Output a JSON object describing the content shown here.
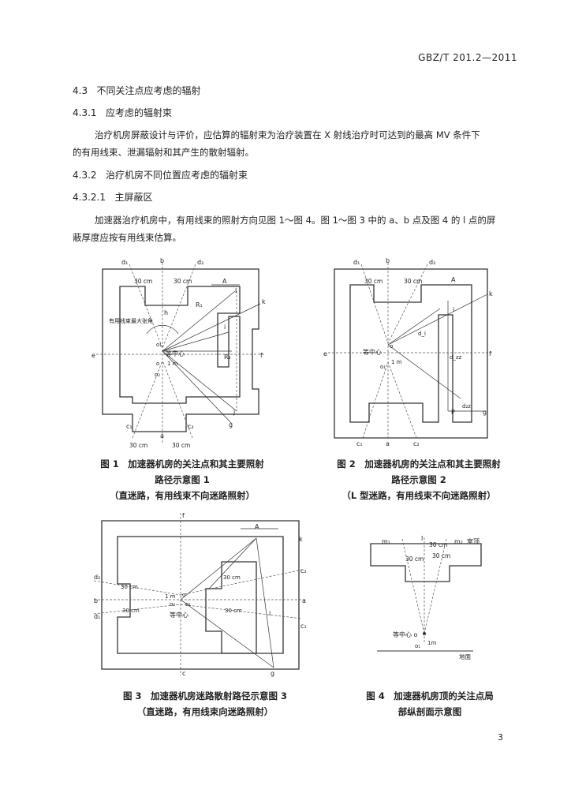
{
  "header": {
    "standard_code": "GBZ/T 201.2—2011"
  },
  "sections": {
    "s43": {
      "num": "4.3",
      "title": "不同关注点应考虑的辐射"
    },
    "s431": {
      "num": "4.3.1",
      "title": "应考虑的辐射束"
    },
    "p1_line1": "治疗机房屏蔽设计与评价，应估算的辐射束为治疗装置在 X 射线治疗时可达到的最高 MV 条件下",
    "p1_line2": "的有用线束、泄漏辐射和其产生的散射辐射。",
    "s432": {
      "num": "4.3.2",
      "title": "治疗机房不同位置应考虑的辐射束"
    },
    "s4321": {
      "num": "4.3.2.1",
      "title": "主屏蔽区"
    },
    "p2_line1": "加速器治疗机房中，有用线束的照射方向见图 1～图 4。图 1～图 3 中的 a、b 点及图 4 的 l 点的屏",
    "p2_line2": "蔽厚度应按有用线束估算。"
  },
  "figures": {
    "fig1": {
      "caption_line1": "图 1　加速器机房的关注点和其主要照射",
      "caption_line2": "路径示意图 1",
      "caption_line3": "（直迷路，有用线束不向迷路照射）",
      "labels": {
        "d1": "d₁",
        "b": "b",
        "d2": "d₂",
        "cm30_left": "30 cm",
        "cm30_right": "30 cm",
        "A": "A",
        "l": "l",
        "k": "k",
        "h": "h",
        "R1": "R₁",
        "R2": "R₂",
        "e": "e",
        "f": "f",
        "o1": "o₁",
        "o": "o",
        "o2": "o₂",
        "isocenter": "等中心",
        "one_m": "1 m",
        "max_angle": "有用线束最大张角",
        "i": "i",
        "j": "j",
        "g": "g",
        "c1": "c₁",
        "a": "a",
        "c2": "c₂",
        "cm30_bl": "30 cm",
        "cm30_br": "30 cm"
      }
    },
    "fig2": {
      "caption_line1": "图 2　加速器机房的关注点和其主要照射",
      "caption_line2": "路径示意图 2",
      "caption_line3": "（L 型迷路，有用线束不向迷路照射）",
      "labels": {
        "d1": "d₁",
        "b": "b",
        "d2": "d₂",
        "cm30_left": "30 cm",
        "cm30_right": "30 cm",
        "A": "A",
        "k": "k",
        "i": "i",
        "e": "e",
        "f": "f",
        "isocenter": "等中心",
        "o1": "o₁",
        "one_m": "1 m",
        "d_i": "d_i",
        "d_zz": "d_zz",
        "d_2z": "d₂z",
        "P": "P",
        "g": "g",
        "c1": "c₁",
        "a": "a",
        "c2": "c₂",
        "o": "o"
      }
    },
    "fig3": {
      "caption_line1": "图 3　加速器机房迷路散射路径示意图 3",
      "caption_line2": "（直迷路，有用线束向迷路照射）",
      "labels": {
        "f": "f",
        "A": "A",
        "k": "k",
        "c2": "c₂",
        "d2": "d₂",
        "cm30_a": "30 cm",
        "b": "b",
        "a": "a",
        "d1": "d₁",
        "c1": "c₁",
        "one_m": "1 m",
        "o": "o",
        "o1": "o₁",
        "o2": "o₂",
        "isocenter": "等中心",
        "cm30_b": "30 cm",
        "cm30_c": "30 cm",
        "cm30_d": "30 cm",
        "i": "i",
        "g": "g",
        "c": "c"
      }
    },
    "fig4": {
      "caption_line1": "图 4　加速器机房顶的关注点局",
      "caption_line2": "部纵剖面示意图",
      "labels": {
        "m1": "m₁",
        "l": "l",
        "cm30_top": "30 cm",
        "m2": "m₂",
        "roof": "室顶",
        "cm30_l": "30 cm",
        "cm30_r": "30 cm",
        "isocenter": "等中心 o",
        "o1": "o₁",
        "one_m": "1m",
        "ground": "地面"
      }
    }
  },
  "page_number": "3"
}
